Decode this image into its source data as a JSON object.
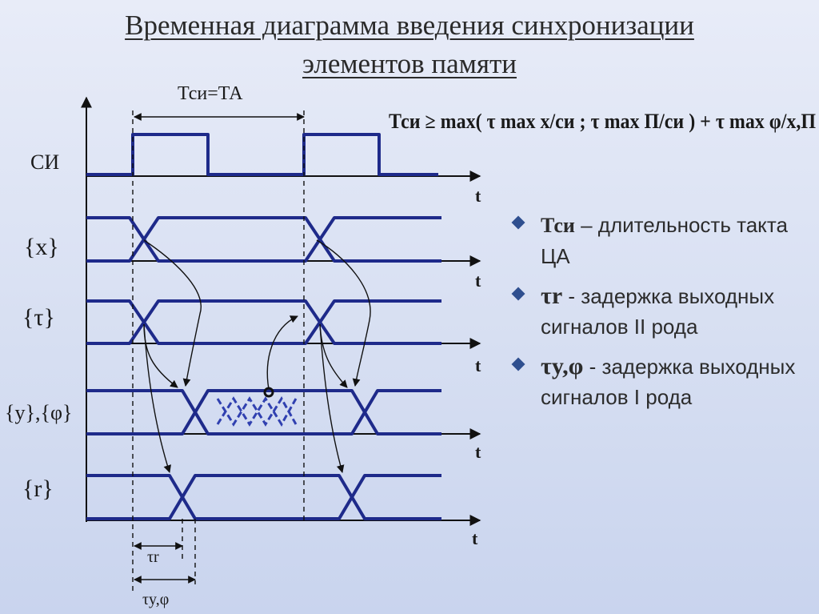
{
  "title": {
    "line1": "Временная диаграмма введения синхронизации",
    "line2": "элементов памяти"
  },
  "period_label": "Тси=ТА",
  "formula": "Тси ≥ max( τ max x/си ; τ max П/си ) + τ max φ/x,П",
  "signals": [
    {
      "label": "СИ"
    },
    {
      "label": "{x}"
    },
    {
      "label": "{τ}"
    },
    {
      "label": "{y},{φ}"
    },
    {
      "label": "{r}"
    }
  ],
  "axis_label": "t",
  "delays": {
    "tau_r": "τr",
    "tau_y_phi": "τy,φ"
  },
  "bullets": [
    {
      "symbol": "Тси",
      "text": "– длительность такта ЦА"
    },
    {
      "symbol": "τr",
      "text": "- задержка выходных сигналов II рода"
    },
    {
      "symbol": "τy,φ",
      "text": "- задержка выходных сигналов I рода"
    }
  ],
  "colors": {
    "signal": "#1e2a8a",
    "marker": "#2f4f8f"
  }
}
